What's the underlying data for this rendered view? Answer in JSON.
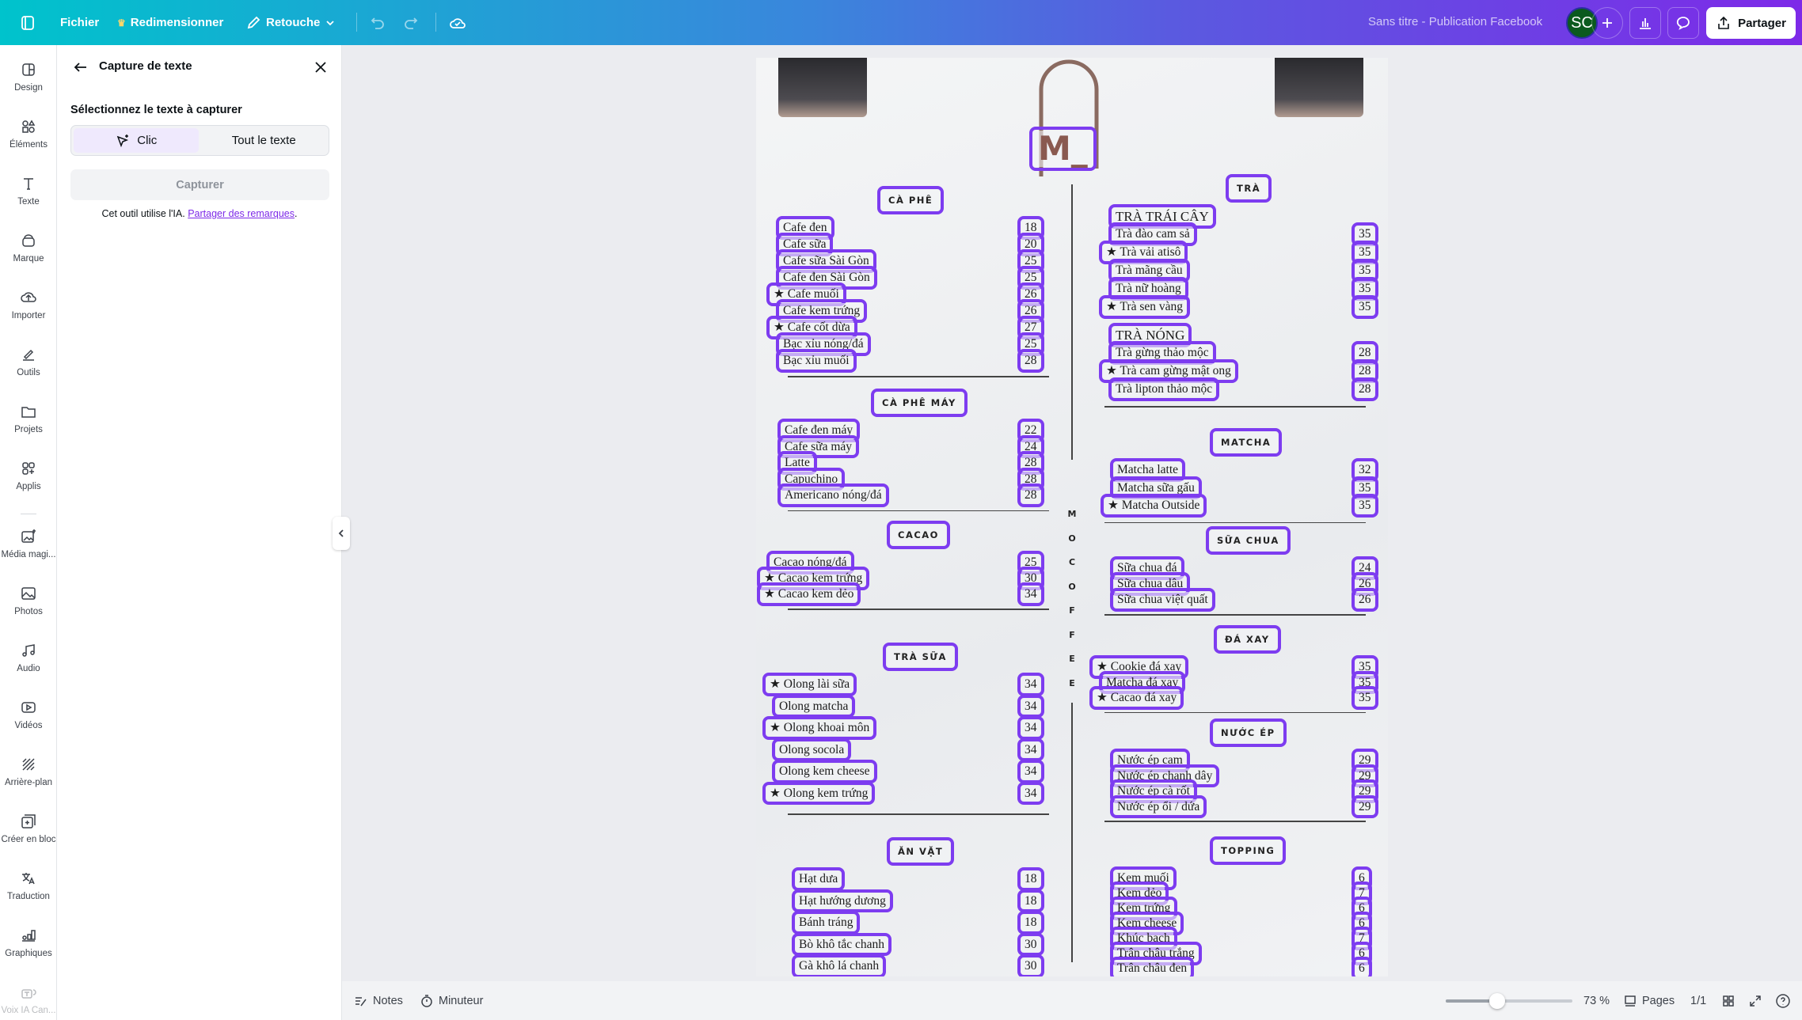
{
  "topbar": {
    "menu_icon": "sidebar-toggle-icon",
    "file": "Fichier",
    "resize": "Redimensionner",
    "edit": "Retouche",
    "doc_title": "Sans titre - Publication Facebook",
    "avatar": "SC",
    "share": "Partager"
  },
  "rail": [
    {
      "label": "Design",
      "icon": "design-icon"
    },
    {
      "label": "Éléments",
      "icon": "elements-icon"
    },
    {
      "label": "Texte",
      "icon": "text-icon"
    },
    {
      "label": "Marque",
      "icon": "brand-icon"
    },
    {
      "label": "Importer",
      "icon": "upload-icon"
    },
    {
      "label": "Outils",
      "icon": "tools-icon"
    },
    {
      "label": "Projets",
      "icon": "folder-icon"
    },
    {
      "label": "Applis",
      "icon": "apps-icon"
    },
    {
      "label": "Média magi...",
      "icon": "magic-media-icon"
    },
    {
      "label": "Photos",
      "icon": "photo-icon"
    },
    {
      "label": "Audio",
      "icon": "audio-icon"
    },
    {
      "label": "Vidéos",
      "icon": "video-icon"
    },
    {
      "label": "Arrière-plan",
      "icon": "background-icon"
    },
    {
      "label": "Créer en bloc",
      "icon": "bulk-create-icon"
    },
    {
      "label": "Traduction",
      "icon": "translate-icon"
    },
    {
      "label": "Graphiques",
      "icon": "charts-icon"
    },
    {
      "label": "Voix IA Can...",
      "icon": "ai-voice-icon"
    }
  ],
  "panel": {
    "title": "Capture de texte",
    "subtitle": "Sélectionnez le texte à capturer",
    "mode_click": "Clic",
    "mode_all": "Tout le texte",
    "capture": "Capturer",
    "note": "Cet outil utilise l'IA.",
    "feedback_link": "Partager des remarques"
  },
  "bottombar": {
    "notes": "Notes",
    "timer": "Minuteur",
    "zoom": "73 %",
    "zoom_value": 73,
    "pages": "Pages",
    "page_count": "1/1"
  },
  "menu": {
    "brand_vertical": "MOCOFFEE",
    "logo": "M_",
    "left": [
      {
        "title": "CÀ PHÊ",
        "items": [
          {
            "name": "Cafe đen",
            "price": "18"
          },
          {
            "name": "Cafe sữa",
            "price": "20"
          },
          {
            "name": "Cafe sữa Sài Gòn",
            "price": "25"
          },
          {
            "name": "Cafe đen Sài Gòn",
            "price": "25"
          },
          {
            "name": "★ Cafe muối",
            "price": "26"
          },
          {
            "name": "Cafe kem trứng",
            "price": "26"
          },
          {
            "name": "★ Cafe cốt dừa",
            "price": "27"
          },
          {
            "name": "Bạc xỉu nóng/đá",
            "price": "25"
          },
          {
            "name": "Bạc xỉu muối",
            "price": "28"
          }
        ]
      },
      {
        "title": "CÀ PHÊ MÁY",
        "items": [
          {
            "name": "Cafe đen máy",
            "price": "22"
          },
          {
            "name": "Cafe sữa máy",
            "price": "24"
          },
          {
            "name": "Latte",
            "price": "28"
          },
          {
            "name": "Capuchino",
            "price": "28"
          },
          {
            "name": "Americano nóng/đá",
            "price": "28"
          }
        ]
      },
      {
        "title": "CACAO",
        "items": [
          {
            "name": "Cacao nóng/đá",
            "price": "25"
          },
          {
            "name": "★ Cacao kem trứng",
            "price": "30"
          },
          {
            "name": "★ Cacao kem dẻo",
            "price": "34"
          }
        ]
      },
      {
        "title": "TRÀ SỮA",
        "items": [
          {
            "name": "★ Olong lài sữa",
            "price": "34"
          },
          {
            "name": "Olong matcha",
            "price": "34"
          },
          {
            "name": "★ Olong khoai môn",
            "price": "34"
          },
          {
            "name": "Olong socola",
            "price": "34"
          },
          {
            "name": "Olong kem cheese",
            "price": "34"
          },
          {
            "name": "★ Olong kem trứng",
            "price": "34"
          }
        ]
      },
      {
        "title": "ĂN VẶT",
        "items": [
          {
            "name": "Hạt dưa",
            "price": "18"
          },
          {
            "name": "Hạt hướng dương",
            "price": "18"
          },
          {
            "name": "Bánh tráng",
            "price": "18"
          },
          {
            "name": "Bò khô tắc chanh",
            "price": "30"
          },
          {
            "name": "Gà khô lá chanh",
            "price": "30"
          }
        ]
      }
    ],
    "right": [
      {
        "title": "TRÀ",
        "items": [
          {
            "name": "TRÀ TRÁI CÂY",
            "price": ""
          },
          {
            "name": "Trà đào cam sả",
            "price": "35"
          },
          {
            "name": "★ Trà vải atisô",
            "price": "35"
          },
          {
            "name": "Trà mãng cầu",
            "price": "35"
          },
          {
            "name": "Trà nữ hoàng",
            "price": "35"
          },
          {
            "name": "★ Trà sen vàng",
            "price": "35"
          },
          {
            "name": "TRÀ NÓNG",
            "price": ""
          },
          {
            "name": "Trà gừng thảo mộc",
            "price": "28"
          },
          {
            "name": "★ Trà cam gừng mật ong",
            "price": "28"
          },
          {
            "name": "Trà lipton thảo mộc",
            "price": "28"
          }
        ]
      },
      {
        "title": "MATCHA",
        "items": [
          {
            "name": "Matcha latte",
            "price": "32"
          },
          {
            "name": "Matcha sữa gấu",
            "price": "35"
          },
          {
            "name": "★ Matcha Outside",
            "price": "35"
          }
        ]
      },
      {
        "title": "SỮA CHUA",
        "items": [
          {
            "name": "Sữa chua đá",
            "price": "24"
          },
          {
            "name": "Sữa chua dâu",
            "price": "26"
          },
          {
            "name": "Sữa chua việt quất",
            "price": "26"
          }
        ]
      },
      {
        "title": "ĐÁ XAY",
        "items": [
          {
            "name": "★ Cookie đá xay",
            "price": "35"
          },
          {
            "name": "Matcha đá xay",
            "price": "35"
          },
          {
            "name": "★ Cacao đá xay",
            "price": "35"
          }
        ]
      },
      {
        "title": "NƯỚC ÉP",
        "items": [
          {
            "name": "Nước ép cam",
            "price": "29"
          },
          {
            "name": "Nước ép chanh dây",
            "price": "29"
          },
          {
            "name": "Nước ép cà rốt",
            "price": "29"
          },
          {
            "name": "Nước ép ổi / dứa",
            "price": "29"
          }
        ]
      },
      {
        "title": "TOPPING",
        "items": [
          {
            "name": "Kem muối",
            "price": "6"
          },
          {
            "name": "Kem dẻo",
            "price": "7"
          },
          {
            "name": "Kem trứng",
            "price": "6"
          },
          {
            "name": "Kem cheese",
            "price": "6"
          },
          {
            "name": "Khúc bạch",
            "price": "7"
          },
          {
            "name": "Trân châu trắng",
            "price": "6"
          },
          {
            "name": "Trân châu đen",
            "price": "6"
          }
        ]
      }
    ]
  },
  "colors": {
    "accent": "#7d2ae8",
    "highlight_box": "#7d3cf0",
    "avatar": "#0b5a1e"
  }
}
